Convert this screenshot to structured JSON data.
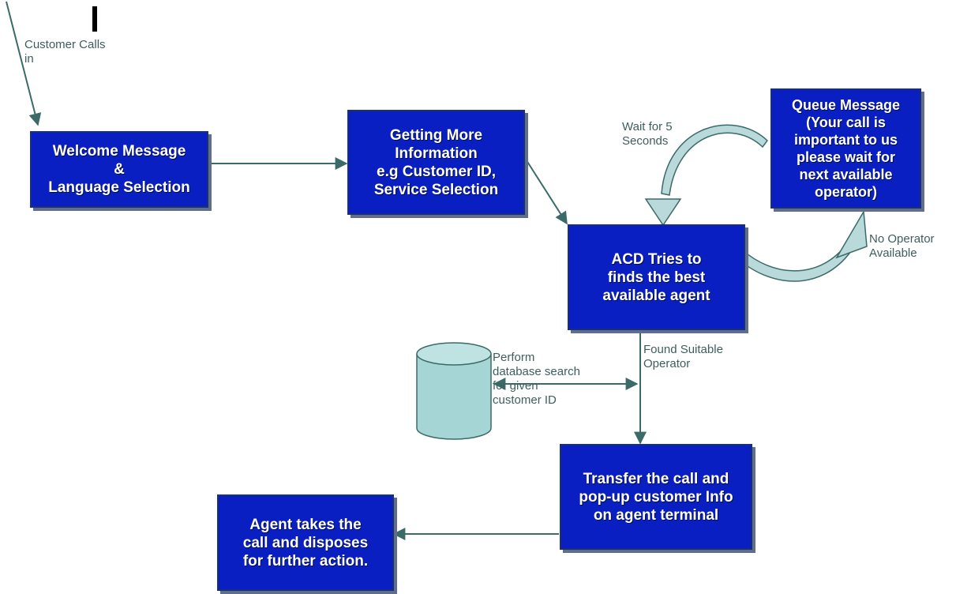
{
  "boxes": {
    "welcome": [
      "Welcome Message",
      "&",
      "Language Selection"
    ],
    "info": [
      "Getting More",
      "Information",
      "e.g Customer ID,",
      "Service Selection"
    ],
    "acd": [
      "ACD Tries to",
      "finds the best",
      "available agent"
    ],
    "queue": [
      "Queue Message",
      "(Your call is",
      "important to us",
      "please wait for",
      "next available",
      "operator)"
    ],
    "transfer": [
      "Transfer the call and",
      "pop-up customer Info",
      "on agent terminal"
    ],
    "agent": [
      "Agent takes the",
      "call and disposes",
      "for further action."
    ]
  },
  "labels": {
    "customer_calls": [
      "Customer Calls",
      "in"
    ],
    "wait": [
      "Wait for 5",
      "Seconds"
    ],
    "no_operator": [
      "No Operator",
      "Available"
    ],
    "found": [
      "Found Suitable",
      "Operator"
    ],
    "perform": [
      "Perform",
      "database search",
      "for given",
      "customer ID"
    ]
  },
  "icons": {
    "database": "database-cylinder-icon"
  },
  "colors": {
    "box_fill": "#0a1fc2",
    "box_text": "#ffffff",
    "connector": "#3b6b68",
    "curved_arrow_fill": "#b9d9db",
    "label_text": "#3e5e5e",
    "database_fill": "#a6d5d5"
  }
}
